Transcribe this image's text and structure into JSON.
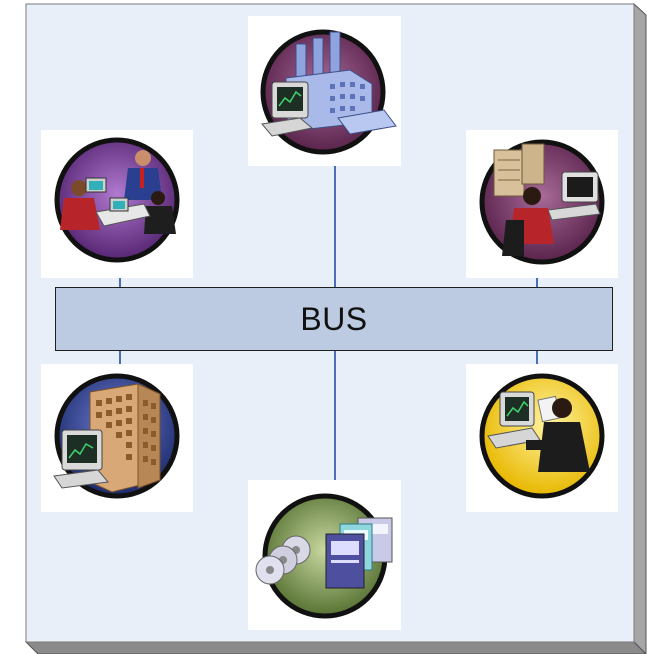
{
  "bus": {
    "label": "BUS"
  },
  "colors": {
    "panel": "#e9eff8",
    "panel_edge": "#8d8d8d",
    "bus_fill": "#bccbe1",
    "connector": "#4a6fb5"
  },
  "nodes": [
    {
      "id": "top",
      "icon": "factory-workstation-icon"
    },
    {
      "id": "upper-left",
      "icon": "meeting-team-icon"
    },
    {
      "id": "upper-right",
      "icon": "server-operator-icon"
    },
    {
      "id": "lower-left",
      "icon": "office-building-computer-icon"
    },
    {
      "id": "lower-right",
      "icon": "analyst-workstation-icon"
    },
    {
      "id": "bottom",
      "icon": "data-storage-icon"
    }
  ]
}
